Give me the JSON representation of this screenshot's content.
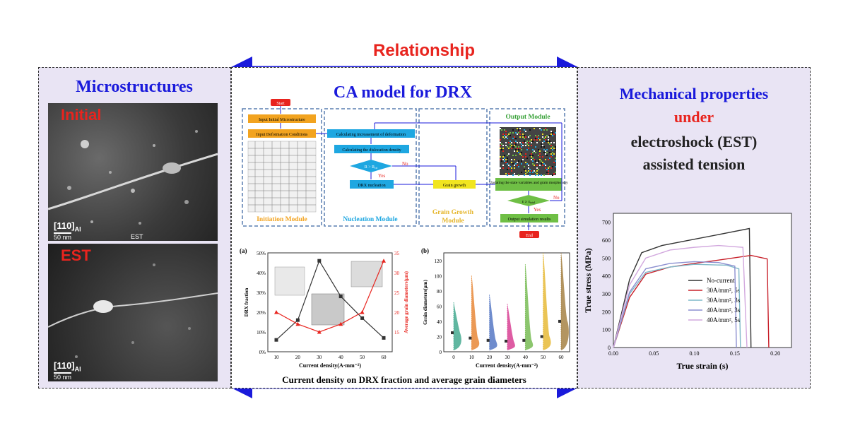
{
  "header": {
    "relationship": "Relationship"
  },
  "left": {
    "title": "Microstructures",
    "img1_label": "Initial",
    "img1_zone": "[110]",
    "img1_zone_sub": "Al",
    "img1_scale": "50 nm",
    "img1_tag": "EST",
    "img2_label": "EST",
    "img2_zone": "[110]",
    "img2_zone_sub": "Al",
    "img2_scale": "50 nm"
  },
  "center": {
    "title": "CA model for DRX",
    "flow": {
      "start": "Start",
      "end": "End",
      "input_micro": "Input Initial Microstructure",
      "input_deform": "Input Deformation Conditions",
      "calc_incr": "Calculating increasement of deformation",
      "calc_disl": "Calculating the dislocation density",
      "decision1": "R > R",
      "decision1_sub": "cri",
      "no1": "No",
      "yes1": "Yes",
      "drx_nuc": "DRX nucleation",
      "grain_growth": "Grain growth",
      "updating": "Updating the state variables and grain morphology",
      "decision2": "ε ≥ ε",
      "decision2_sub": "total",
      "no2": "No",
      "yes2": "Yes",
      "output_results": "Output simulation results",
      "mod_init": "Initiation Module",
      "mod_nuc": "Nucleation Module",
      "mod_growth1": "Grain Growth",
      "mod_growth2": "Module",
      "mod_output": "Output Module"
    },
    "caption": "Current density on DRX fraction and average grain diameters"
  },
  "right": {
    "title1": "Mechanical  properties",
    "title2": "under",
    "title3": "electroshock (EST)",
    "title4": "assisted tension"
  },
  "colors": {
    "red": "#e8241e",
    "blue": "#1a1adb",
    "panel_bg": "#e9e4f4",
    "orange": "#f2a31f",
    "cyan": "#1ea7e1",
    "yellow": "#f1e51f",
    "green": "#6fbf45"
  },
  "chart_data": [
    {
      "type": "line",
      "panel_label": "(a)",
      "categories": [
        10,
        20,
        30,
        40,
        50,
        60
      ],
      "xlabel": "Current density(A·mm⁻²)",
      "ylabel": "DRX fraction",
      "y2label": "Average grain diameters(μm)",
      "ylim": [
        0,
        50
      ],
      "yticks": [
        "0%",
        "10%",
        "20%",
        "30%",
        "40%",
        "50%"
      ],
      "y2lim": [
        10,
        35
      ],
      "y2ticks": [
        "15",
        "20",
        "25",
        "30",
        "35"
      ],
      "series": [
        {
          "axis": "left",
          "color": "#333333",
          "values": [
            6,
            16,
            46,
            28,
            17,
            7
          ]
        },
        {
          "axis": "right",
          "color": "#e8241e",
          "values": [
            20,
            17,
            15,
            17,
            20,
            33
          ]
        }
      ]
    },
    {
      "type": "violin",
      "panel_label": "(b)",
      "categories": [
        0,
        10,
        20,
        30,
        40,
        50,
        60
      ],
      "xlabel": "Current density(A·mm⁻²)",
      "ylabel": "Grain diameters(μm)",
      "ylim": [
        0,
        130
      ],
      "yticks": [
        "0",
        "20",
        "40",
        "60",
        "80",
        "100",
        "120"
      ],
      "series": [
        {
          "category": 0,
          "color": "#3aa58a",
          "max": 65,
          "median": 25
        },
        {
          "category": 10,
          "color": "#e6802a",
          "max": 100,
          "median": 18
        },
        {
          "category": 20,
          "color": "#4b6fc0",
          "max": 75,
          "median": 15
        },
        {
          "category": 30,
          "color": "#d6338c",
          "max": 63,
          "median": 14
        },
        {
          "category": 40,
          "color": "#6fb84a",
          "max": 115,
          "median": 15
        },
        {
          "category": 50,
          "color": "#e5b52a",
          "max": 130,
          "median": 20
        },
        {
          "category": 60,
          "color": "#a07a3a",
          "max": 130,
          "median": 40
        }
      ]
    },
    {
      "type": "line",
      "xlabel": "True strain (s)",
      "ylabel": "True stress (MPa)",
      "xlim": [
        0,
        0.22
      ],
      "ylim": [
        0,
        750
      ],
      "xticks": [
        "0.00",
        "0.05",
        "0.10",
        "0.15",
        "0.20"
      ],
      "yticks": [
        "0",
        "100",
        "200",
        "300",
        "400",
        "500",
        "600",
        "700"
      ],
      "legend": "center-right",
      "series": [
        {
          "name": "No-current",
          "color": "#333333",
          "x": [
            0,
            0.02,
            0.035,
            0.06,
            0.1,
            0.14,
            0.168,
            0.17
          ],
          "y": [
            0,
            380,
            530,
            570,
            605,
            640,
            665,
            0
          ]
        },
        {
          "name": "30A/mm², 5s",
          "color": "#c8202a",
          "x": [
            0,
            0.02,
            0.04,
            0.07,
            0.1,
            0.14,
            0.17,
            0.19,
            0.192
          ],
          "y": [
            0,
            280,
            410,
            450,
            470,
            495,
            515,
            495,
            0
          ]
        },
        {
          "name": "30A/mm², 3s",
          "color": "#7fb8c8",
          "x": [
            0,
            0.02,
            0.04,
            0.07,
            0.1,
            0.14,
            0.155,
            0.157
          ],
          "y": [
            0,
            300,
            420,
            450,
            465,
            460,
            440,
            0
          ]
        },
        {
          "name": "40A/mm², 3s",
          "color": "#8c8fd0",
          "x": [
            0,
            0.02,
            0.04,
            0.07,
            0.1,
            0.13,
            0.15,
            0.152
          ],
          "y": [
            0,
            310,
            440,
            470,
            480,
            475,
            455,
            0
          ]
        },
        {
          "name": "40A/mm², 5s",
          "color": "#d2a8de",
          "x": [
            0,
            0.02,
            0.04,
            0.07,
            0.1,
            0.13,
            0.16,
            0.165
          ],
          "y": [
            0,
            350,
            500,
            545,
            560,
            570,
            560,
            0
          ]
        }
      ]
    }
  ]
}
